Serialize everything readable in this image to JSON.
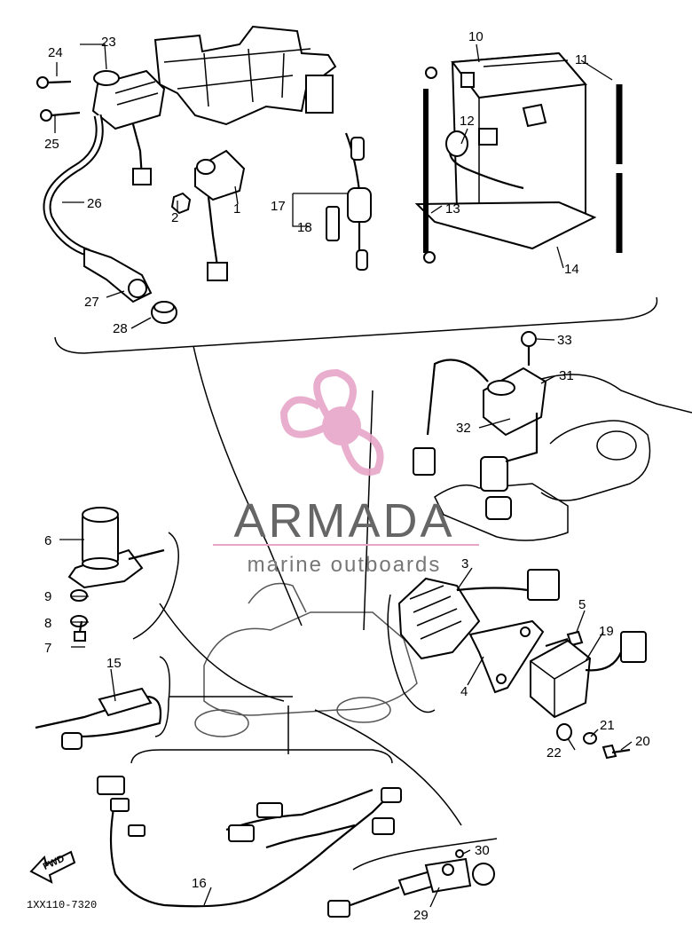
{
  "watermark": {
    "brand": "ARMADA",
    "tagline": "marine outboards",
    "logo_color": "#e7a6c8",
    "text_color": "#666666"
  },
  "drawing_code": "1XX110-7320",
  "fwd_label": "FWD",
  "callouts": {
    "p1": "1",
    "p2": "2",
    "p3": "3",
    "p4": "4",
    "p5": "5",
    "p6": "6",
    "p7": "7",
    "p8": "8",
    "p9": "9",
    "p10": "10",
    "p11": "11",
    "p12": "12",
    "p13": "13",
    "p14": "14",
    "p15": "15",
    "p16": "16",
    "p17": "17",
    "p18": "18",
    "p19": "19",
    "p20": "20",
    "p21": "21",
    "p22": "22",
    "p23": "23",
    "p24": "24",
    "p25": "25",
    "p26": "26",
    "p27": "27",
    "p28": "28",
    "p29": "29",
    "p30": "30",
    "p31": "31",
    "p32": "32",
    "p33": "33"
  }
}
